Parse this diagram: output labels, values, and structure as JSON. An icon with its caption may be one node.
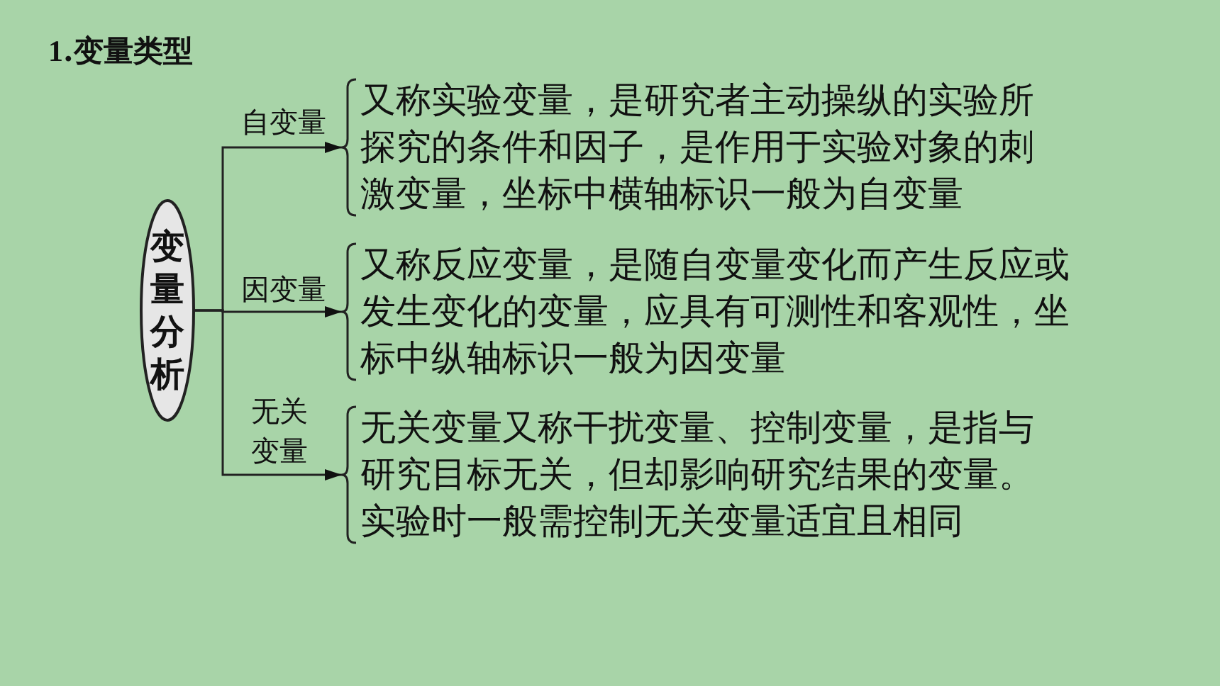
{
  "diagram": {
    "title": "**1**.变量类型",
    "nodes": [
      {
        "text": [
          "变量分析"
        ]
      },
      {
        "text": [
          "又称实验变量，是研究者主动操纵的实验所探究的条件和因子，是作用于实验对象的刺激变量，坐标中横轴标识一般为自变量"
        ]
      },
      {
        "text": [
          "又称反应变量，是随自变量变化而产生反应或发生变化的变量，应具有可测性和客观性，坐标中纵轴标识一般为因变量"
        ]
      },
      {
        "text": [
          "无关变量又称干扰变量、控制变量，是指与研究目标无关，但却影响研究结果的变量。实验时一般需控制无关变量适宜且相同"
        ]
      }
    ],
    "edges": [
      {
        "from": 0,
        "to": 1,
        "arrow": "to",
        "label": "自变量"
      },
      {
        "from": 0,
        "to": 2,
        "arrow": "to",
        "label": "因变量"
      },
      {
        "from": 0,
        "to": 3,
        "arrow": "to",
        "label": "无关变量"
      }
    ]
  }
}
